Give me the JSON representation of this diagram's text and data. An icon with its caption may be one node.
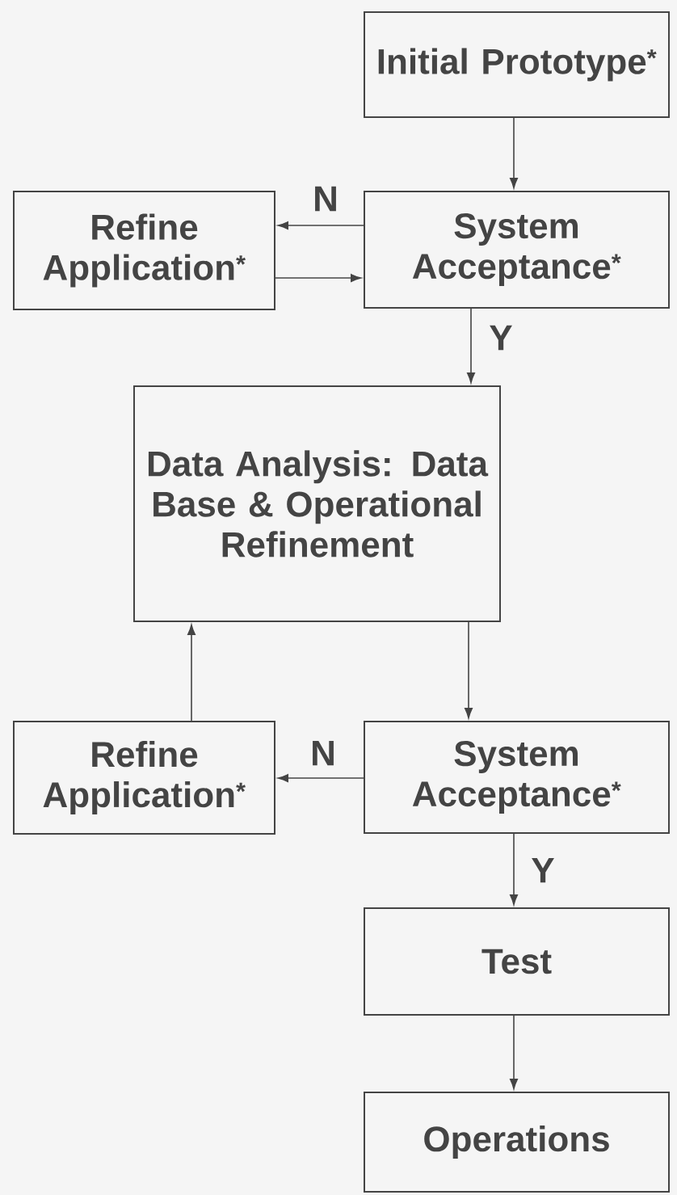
{
  "diagram": {
    "nodes": [
      {
        "text": [
          "Initial Prototype$^{*}$"
        ]
      },
      {
        "text": [
          "Refine Application$^{*}$"
        ]
      },
      {
        "text": [
          "System Acceptance$^{*}$"
        ]
      },
      {
        "text": [
          "Data Analysis: Data Base & Operational Refinement"
        ]
      },
      {
        "text": [
          "Refine Application$^{*}$"
        ]
      },
      {
        "text": [
          "System Acceptance$^{*}$"
        ]
      },
      {
        "text": [
          "Test"
        ]
      },
      {
        "text": [
          "Operations"
        ]
      }
    ],
    "edges": [
      {
        "from": 0,
        "to": 2,
        "arrow": "to"
      },
      {
        "from": 2,
        "to": 1,
        "arrow": "to",
        "label": "N"
      },
      {
        "from": 1,
        "to": 2,
        "arrow": "to"
      },
      {
        "from": 2,
        "to": 3,
        "arrow": "to",
        "label": "Y"
      },
      {
        "from": 3,
        "to": 5,
        "arrow": "to"
      },
      {
        "from": 5,
        "to": 4,
        "arrow": "to",
        "label": "N"
      },
      {
        "from": 4,
        "to": 3,
        "arrow": "to"
      },
      {
        "from": 5,
        "to": 6,
        "arrow": "to",
        "label": "Y"
      },
      {
        "from": 6,
        "to": 7,
        "arrow": "to"
      }
    ]
  }
}
